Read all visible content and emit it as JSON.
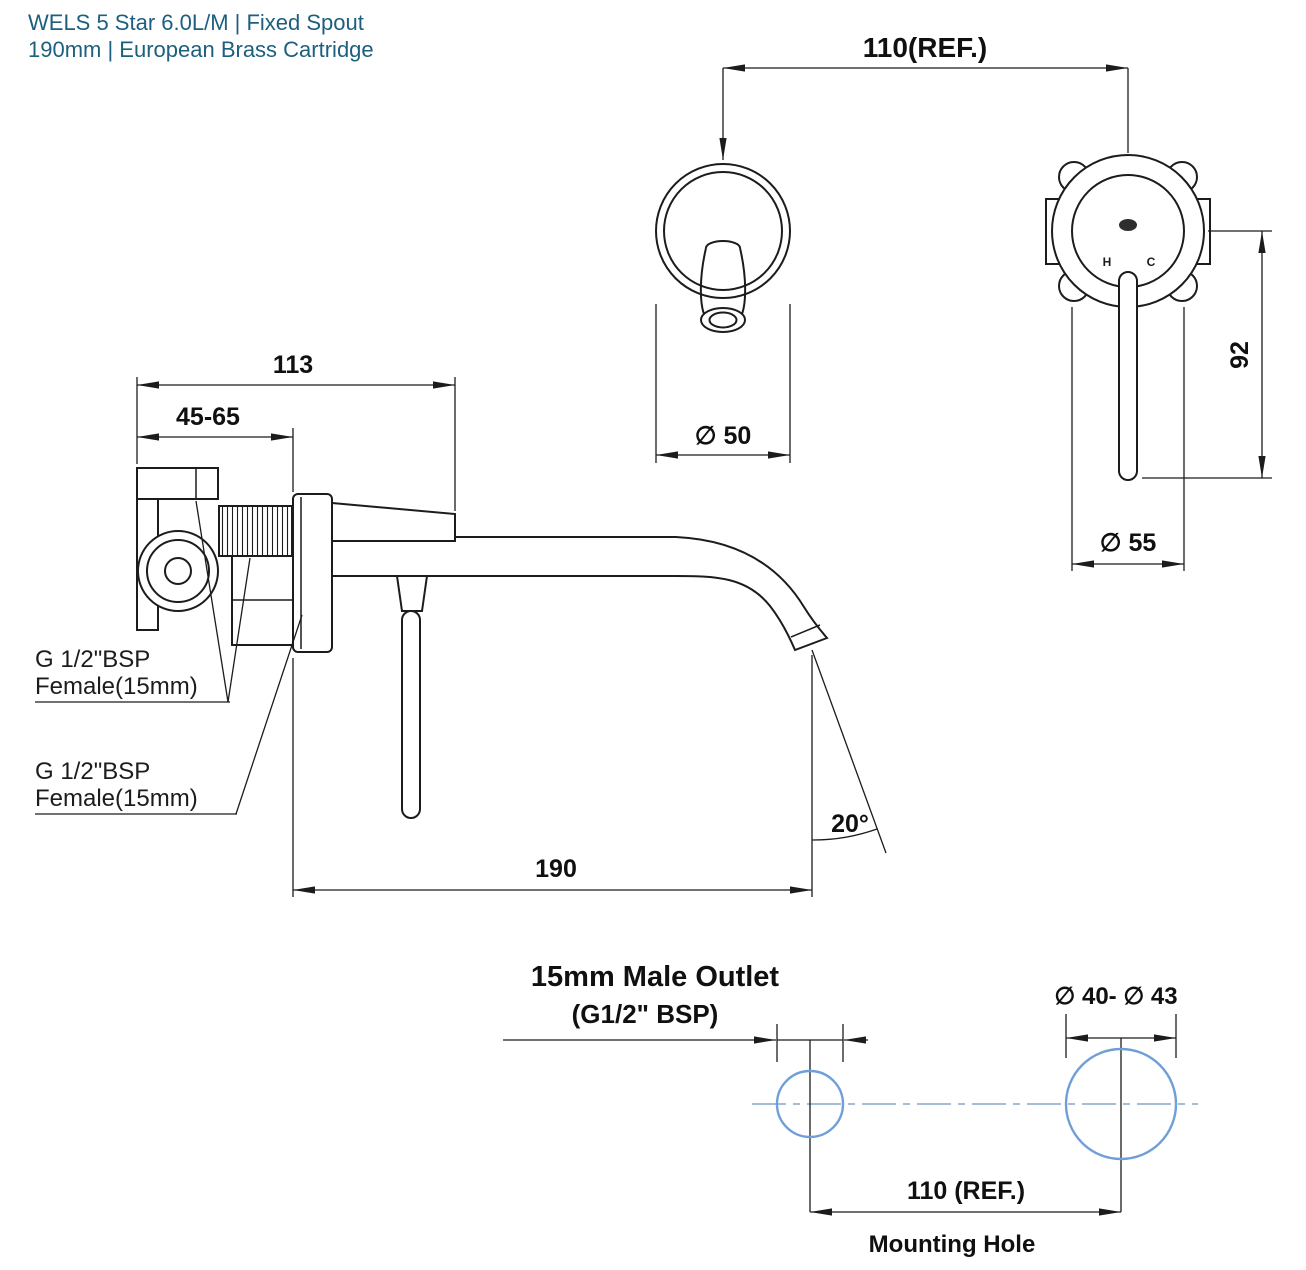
{
  "header": {
    "line1": "WELS 5 Star 6.0L/M | Fixed Spout",
    "line2": "190mm | European Brass Cartridge"
  },
  "colors": {
    "drawing_line": "#1c1c1c",
    "accent_blue": "#6f9fd8",
    "centerline_blue": "#88a6c6",
    "header_text": "#1d5f7e"
  },
  "front_spout_view": {
    "dim_center_distance": "110(REF.)",
    "dim_spout_diameter": "∅ 50"
  },
  "front_mixer_view": {
    "dim_handle_length": "92",
    "dim_plate_diameter": "∅ 55",
    "hot_marker": "H",
    "cold_marker": "C"
  },
  "side_view": {
    "dim_total_depth": "113",
    "dim_wall_adjust": "45-65",
    "dim_spout_reach": "190",
    "dim_spout_angle": "20°",
    "inlet_label_top_line1": "G 1/2\"BSP",
    "inlet_label_top_line2": "Female(15mm)",
    "inlet_label_bottom_line1": "G 1/2\"BSP",
    "inlet_label_bottom_line2": "Female(15mm)"
  },
  "mounting_view": {
    "outlet_label_line1": "15mm Male Outlet",
    "outlet_label_line2": "(G1/2\" BSP)",
    "dim_hole_diameter": "∅ 40- ∅ 43",
    "dim_hole_distance": "110 (REF.)",
    "caption": "Mounting Hole"
  }
}
